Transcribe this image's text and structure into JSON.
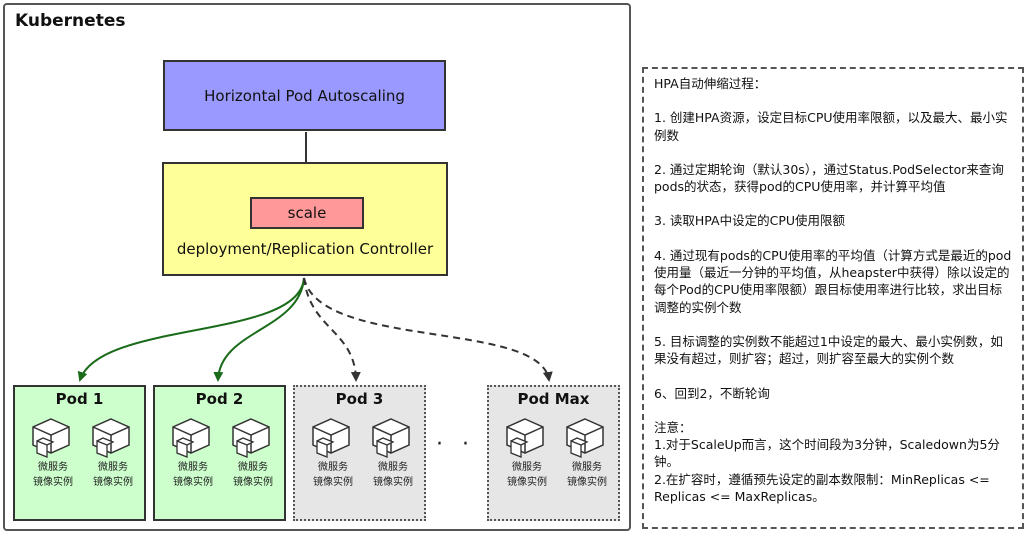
{
  "kubernetes": {
    "title": "Kubernetes",
    "hpa_label": "Horizontal Pod Autoscaling",
    "scale_label": "scale",
    "controller_label": "deployment/Replication Controller",
    "ellipsis": "· · ·",
    "colors": {
      "hpa": "#9999ff",
      "controller": "#ffff99",
      "scale": "#ff9999",
      "pod_active": "#ccffcc",
      "pod_idle": "#e6e6e6",
      "arrow_active": "#1a6b1a",
      "arrow_idle": "#333333"
    },
    "pods": [
      {
        "name": "Pod 1",
        "state": "active",
        "instances": [
          {
            "line1": "微服务",
            "line2": "镜像实例"
          },
          {
            "line1": "微服务",
            "line2": "镜像实例"
          }
        ]
      },
      {
        "name": "Pod 2",
        "state": "active",
        "instances": [
          {
            "line1": "微服务",
            "line2": "镜像实例"
          },
          {
            "line1": "微服务",
            "line2": "镜像实例"
          }
        ]
      },
      {
        "name": "Pod 3",
        "state": "idle",
        "instances": [
          {
            "line1": "微服务",
            "line2": "镜像实例"
          },
          {
            "line1": "微服务",
            "line2": "镜像实例"
          }
        ]
      },
      {
        "name": "Pod Max",
        "state": "idle",
        "instances": [
          {
            "line1": "微服务",
            "line2": "镜像实例"
          },
          {
            "line1": "微服务",
            "line2": "镜像实例"
          }
        ]
      }
    ]
  },
  "hpa_process": {
    "heading": "HPA自动伸缩过程：",
    "steps": [
      "1. 创建HPA资源，设定目标CPU使用率限额，以及最大、最小实例数",
      "2. 通过定期轮询（默认30s），通过Status.PodSelector来查询pods的状态，获得pod的CPU使用率，并计算平均值",
      "3. 读取HPA中设定的CPU使用限额",
      "4.  通过现有pods的CPU使用率的平均值（计算方式是最近的pod使用量（最近一分钟的平均值，从heapster中获得）除以设定的每个Pod的CPU使用率限额）跟目标使用率进行比较，求出目标调整的实例个数",
      "5. 目标调整的实例数不能超过1中设定的最大、最小实例数，如果没有超过，则扩容；超过，则扩容至最大的实例个数",
      "6、回到2，不断轮询"
    ],
    "note_title": "注意：",
    "notes": [
      "1.对于ScaleUp而言，这个时间段为3分钟，Scaledown为5分钟。",
      "2.在扩容时，遵循预先设定的副本数限制：MinReplicas <= Replicas <= MaxReplicas。"
    ]
  }
}
